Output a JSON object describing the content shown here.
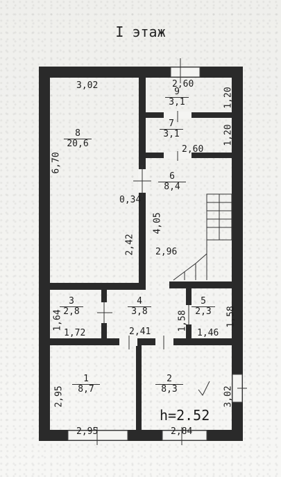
{
  "title": "I этаж",
  "height_note": "h=2.52",
  "rooms": [
    {
      "num": "8",
      "area": "20,6"
    },
    {
      "num": "9",
      "area": "3,1"
    },
    {
      "num": "7",
      "area": "3,1"
    },
    {
      "num": "6",
      "area": "8,4"
    },
    {
      "num": "3",
      "area": "2,8"
    },
    {
      "num": "4",
      "area": "3,8"
    },
    {
      "num": "5",
      "area": "2,3"
    },
    {
      "num": "1",
      "area": "8,7"
    },
    {
      "num": "2",
      "area": "8,3"
    }
  ],
  "dims": {
    "top_left": "3,02",
    "top_right": "2,60",
    "left_total": "6,70",
    "r9_side": "1,20",
    "r7_side": "1,20",
    "r7_bottom": "2,60",
    "wall_offset": "0,34",
    "hall_vertical": "4,05",
    "r8_lower": "2,42",
    "hall_width": "2,96",
    "r3_side": "1,64",
    "r3_width": "1,72",
    "r4_width": "2,41",
    "r4_side": "1,58",
    "r5_side": "1,58",
    "r5_width": "1,46",
    "r1_side": "2,95",
    "r1_width": "2,95",
    "r2_side": "3,02",
    "r2_width": "2,84"
  }
}
